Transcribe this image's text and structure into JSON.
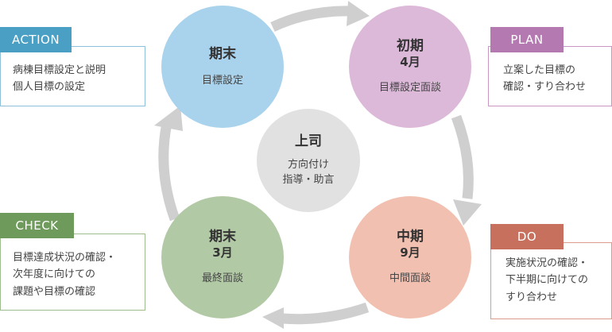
{
  "cycle": {
    "top_left": {
      "title": "期末",
      "subtitle": "",
      "desc": "目標設定"
    },
    "top_right": {
      "title": "初期",
      "subtitle": "4月",
      "desc": "目標設定面談"
    },
    "bottom_right": {
      "title": "中期",
      "subtitle": "9月",
      "desc": "中間面談"
    },
    "bottom_left": {
      "title": "期末",
      "subtitle": "3月",
      "desc": "最終面談"
    },
    "center": {
      "title": "上司",
      "line1": "方向付け",
      "line2": "指導・助言"
    }
  },
  "phases": {
    "action": {
      "label": "ACTION",
      "lines": [
        "病棟目標設定と説明",
        "個人目標の設定"
      ],
      "color": "#4a9fc5"
    },
    "plan": {
      "label": "PLAN",
      "lines": [
        "立案した目標の",
        "確認・すり合わせ"
      ],
      "color": "#b579b1"
    },
    "check": {
      "label": "CHECK",
      "lines": [
        "目標達成状況の確認・",
        "次年度に向けての",
        "課題や目標の確認"
      ],
      "color": "#6e9a5c"
    },
    "do": {
      "label": "DO",
      "lines": [
        "実施状況の確認・",
        "下半期に向けての",
        "すり合わせ"
      ],
      "color": "#c7705e"
    }
  }
}
